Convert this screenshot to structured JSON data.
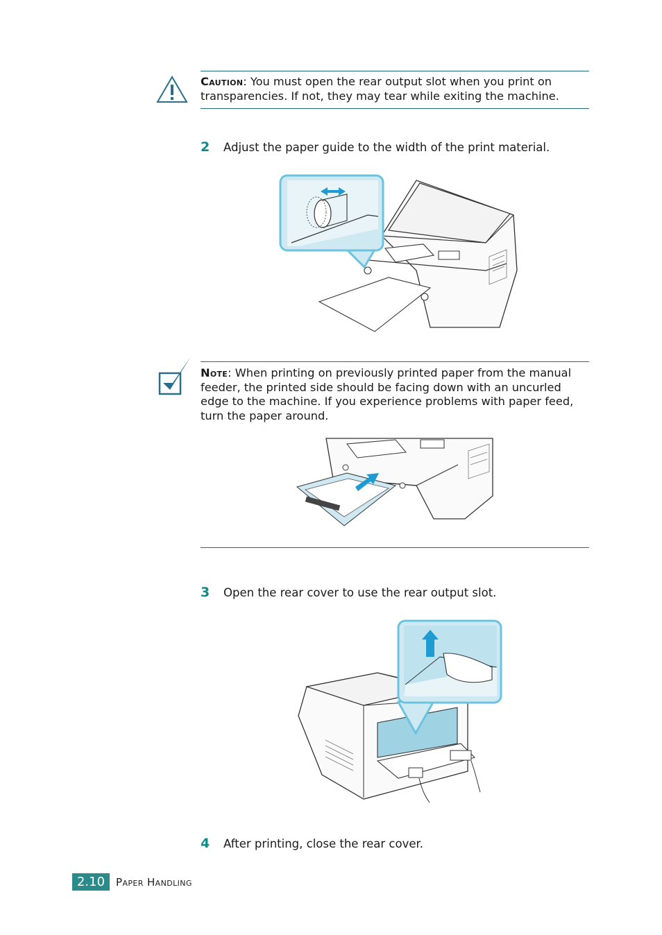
{
  "caution": {
    "label": "Caution",
    "text": ": You must open the rear output slot when you print on transparencies. If not, they may tear while exiting the machine."
  },
  "steps": [
    {
      "number": "2",
      "text": "Adjust the paper guide to the width of the print material."
    },
    {
      "number": "3",
      "text": "Open the rear cover to use the rear output slot."
    },
    {
      "number": "4",
      "text": "After printing, close the rear cover."
    }
  ],
  "note": {
    "label": "Note",
    "text": ": When printing on previously printed paper from the manual feeder, the printed side should be facing down with an uncurled edge to the machine. If you experience problems with paper feed, turn the paper around."
  },
  "footer": {
    "page_number": "2.10",
    "section": "Paper Handling"
  },
  "icons": {
    "caution": "warning-triangle-icon",
    "note": "checkmark-icon"
  },
  "colors": {
    "accent": "#2b8a8a",
    "highlight": "#9fd3e3",
    "callout_border": "#6cc3e0"
  }
}
